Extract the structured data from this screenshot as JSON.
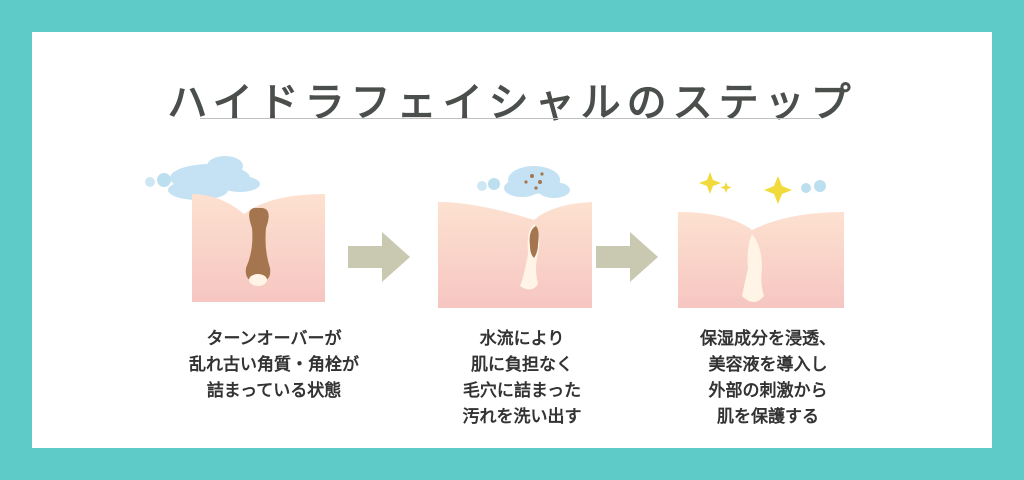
{
  "title": "ハイドラフェイシャルのステップ",
  "steps": [
    {
      "lines": [
        "ターンオーバーが",
        "乱れ古い角質・角栓が",
        "詰まっている状態"
      ]
    },
    {
      "lines": [
        "水流により",
        "肌に負担なく",
        "毛穴に詰まった",
        "汚れを洗い出す"
      ]
    },
    {
      "lines": [
        "保湿成分を浸透、",
        "美容液を導入し",
        "外部の刺激から",
        "肌を保護する"
      ]
    }
  ],
  "colors": {
    "background": "#5ecbc8",
    "card": "#ffffff",
    "skin_top": "#fde1d0",
    "skin_bottom": "#f6c7c3",
    "sebum": "#a4754f",
    "arrow": "#c9c8b1",
    "water": "#bcdff0",
    "sparkle": "#f1da3b"
  }
}
